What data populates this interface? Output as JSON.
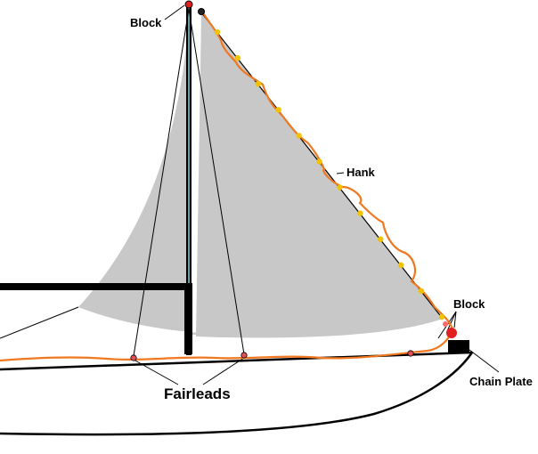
{
  "labels": {
    "block_top": "Block",
    "hank": "Hank",
    "block_bottom": "Block",
    "chain_plate": "Chain Plate",
    "fairleads": "Fairleads"
  },
  "colors": {
    "sail": "#c8c8c8",
    "halyard": "#f07820",
    "hank": "#f2c200",
    "fairlead": "#e05050",
    "block": "#e02020",
    "rigging": "#000000",
    "mast_highlight": "#7fd6e8"
  },
  "hank_count": 12,
  "fairlead_count": 3
}
